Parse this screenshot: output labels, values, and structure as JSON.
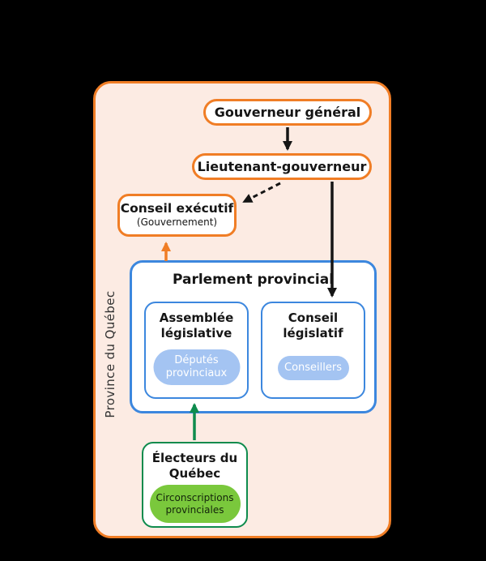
{
  "province_label": "Province du Québec",
  "nodes": {
    "gouverneur_general": {
      "label": "Gouverneur général"
    },
    "lieutenant_gouverneur": {
      "label": "Lieutenant-gouverneur"
    },
    "conseil_executif": {
      "label": "Conseil exécutif",
      "sublabel": "(Gouvernement)"
    },
    "parlement_provincial": {
      "label": "Parlement provincial"
    },
    "assemblee_legislative": {
      "label": "Assemblée législative",
      "badge": "Députés provinciaux"
    },
    "conseil_legislatif": {
      "label": "Conseil législatif",
      "badge": "Conseillers"
    },
    "electeurs": {
      "label": "Électeurs du Québec",
      "badge": "Circonscriptions provinciales"
    }
  },
  "colors": {
    "canvas_bg": "#000000",
    "province_fill": "#fcebe3",
    "orange": "#f07d25",
    "blue": "#3c87de",
    "blue_pill": "#a4c4f2",
    "green": "#0e8b4d",
    "green_pill": "#7ac83c",
    "ink": "#151515"
  }
}
